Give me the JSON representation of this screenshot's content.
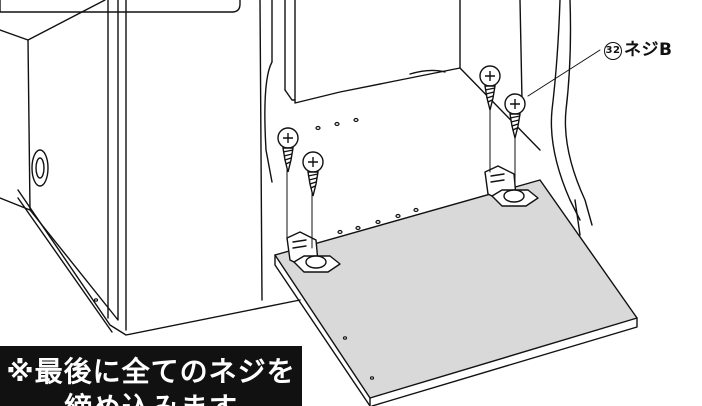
{
  "callout": {
    "number": "32",
    "label": "ネジB"
  },
  "notice": {
    "line1": "※最後に全てのネジを",
    "line2": "締め込みます"
  },
  "colors": {
    "line": "#111111",
    "panel": "#d9d9d9",
    "white": "#ffffff",
    "banner": "#111111"
  }
}
